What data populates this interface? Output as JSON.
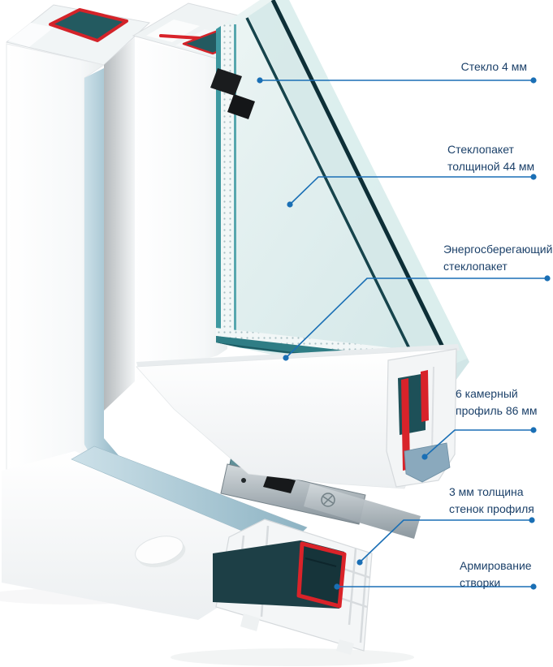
{
  "figure": {
    "description_labels_language": "ru",
    "background": "#ffffff"
  },
  "colors": {
    "label_text": "#1b4069",
    "leader_line": "#1a6fb5",
    "leader_dot": "#1a6fb5",
    "profile_white": "#f4f6f7",
    "glazing_channel_blue": "#9fc0cf",
    "glass_tint": "#d9ebea",
    "glass_edge_dark_teal": "#0d2f37",
    "spacer_teal": "#3e98a0",
    "seal_red": "#d8232a",
    "reinforcement_dark": "#16343a",
    "hardware_steel": "#a7b2b8"
  },
  "callouts": [
    {
      "id": "glass-4mm",
      "lines": [
        "Стекло 4 мм"
      ]
    },
    {
      "id": "glazing-unit-44mm",
      "lines": [
        "Стеклопакет",
        "толщиной 44 мм"
      ]
    },
    {
      "id": "energy-saving-unit",
      "lines": [
        "Энергосберегающий",
        "стеклопакет"
      ]
    },
    {
      "id": "profile-6-chamber",
      "lines": [
        "6 камерный",
        "профиль 86 мм"
      ]
    },
    {
      "id": "wall-thickness-3mm",
      "lines": [
        "3 мм толщина",
        "стенок профиля"
      ]
    },
    {
      "id": "sash-reinforcement",
      "lines": [
        "Армирование",
        "створки"
      ]
    }
  ]
}
